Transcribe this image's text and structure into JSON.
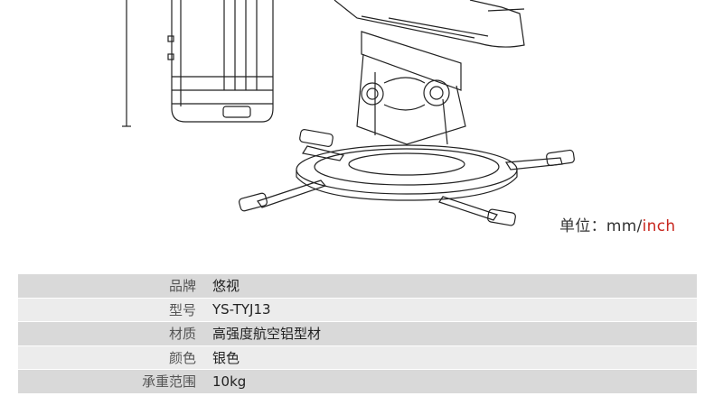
{
  "units": {
    "prefix": "单位：mm/",
    "inch": "inch"
  },
  "specs": [
    {
      "key": "品牌",
      "value": "悠视"
    },
    {
      "key": "型号",
      "value": "YS-TYJ13"
    },
    {
      "key": "材质",
      "value": "高强度航空铝型材"
    },
    {
      "key": "颜色",
      "value": "银色"
    },
    {
      "key": "承重范围",
      "value": "10kg"
    }
  ],
  "colors": {
    "row_dark": "#d9d9d9",
    "row_light": "#ececec",
    "inch_accent": "#c8261e"
  }
}
